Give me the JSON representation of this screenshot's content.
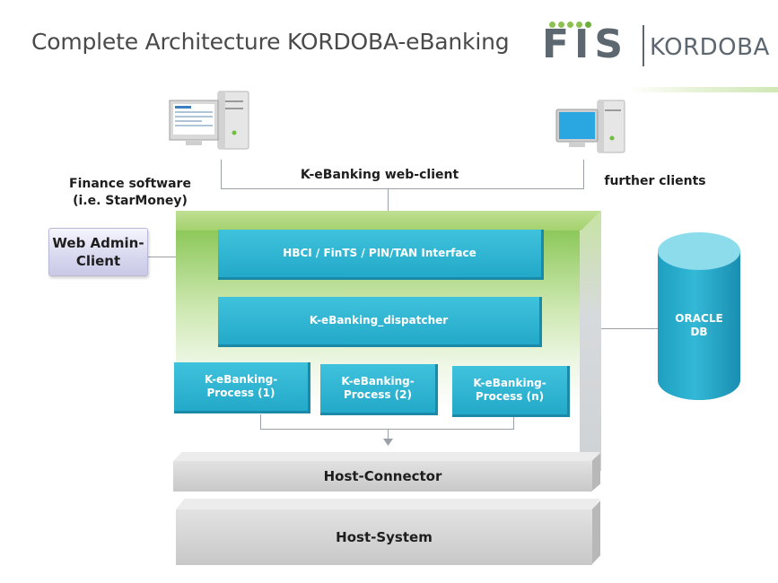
{
  "title": "Complete Architecture KORDOBA-eBanking",
  "logo": {
    "brand": "FIS",
    "name": "KORDOBA"
  },
  "clients": {
    "finance_software": {
      "line1": "Finance software",
      "line2": "(i.e. StarMoney)"
    },
    "web_client": "K-eBanking web-client",
    "further_clients": "further clients"
  },
  "admin_client": {
    "line1": "Web Admin-",
    "line2": "Client"
  },
  "components": {
    "interface": "HBCI / FinTS / PIN/TAN Interface",
    "dispatcher": "K-eBanking_dispatcher",
    "processes": [
      {
        "line1": "K-eBanking-",
        "line2": "Process (1)"
      },
      {
        "line1": "K-eBanking-",
        "line2": "Process (2)"
      },
      {
        "line1": "K-eBanking-",
        "line2": "Process (n)"
      }
    ],
    "host_connector": "Host-Connector",
    "host_system": "Host-System"
  },
  "database": {
    "line1": "ORACLE",
    "line2": "DB"
  },
  "colors": {
    "component_blue": "#2bb3d1",
    "green_block": "#8dc85a",
    "gray_bar": "#d0d0d0",
    "admin_client": "#d7d7ef",
    "logo_green": "#6cae3a",
    "logo_gray": "#5d6770"
  }
}
